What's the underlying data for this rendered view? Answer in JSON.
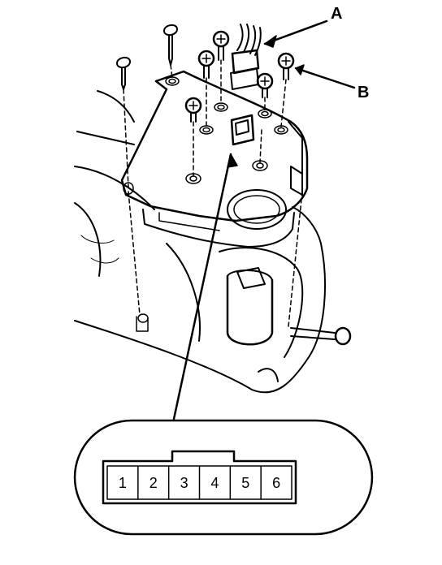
{
  "callouts": {
    "a": "A",
    "b": "B"
  },
  "connector_pins": [
    "1",
    "2",
    "3",
    "4",
    "5",
    "6"
  ],
  "colors": {
    "line": "#000000",
    "background": "#ffffff"
  }
}
